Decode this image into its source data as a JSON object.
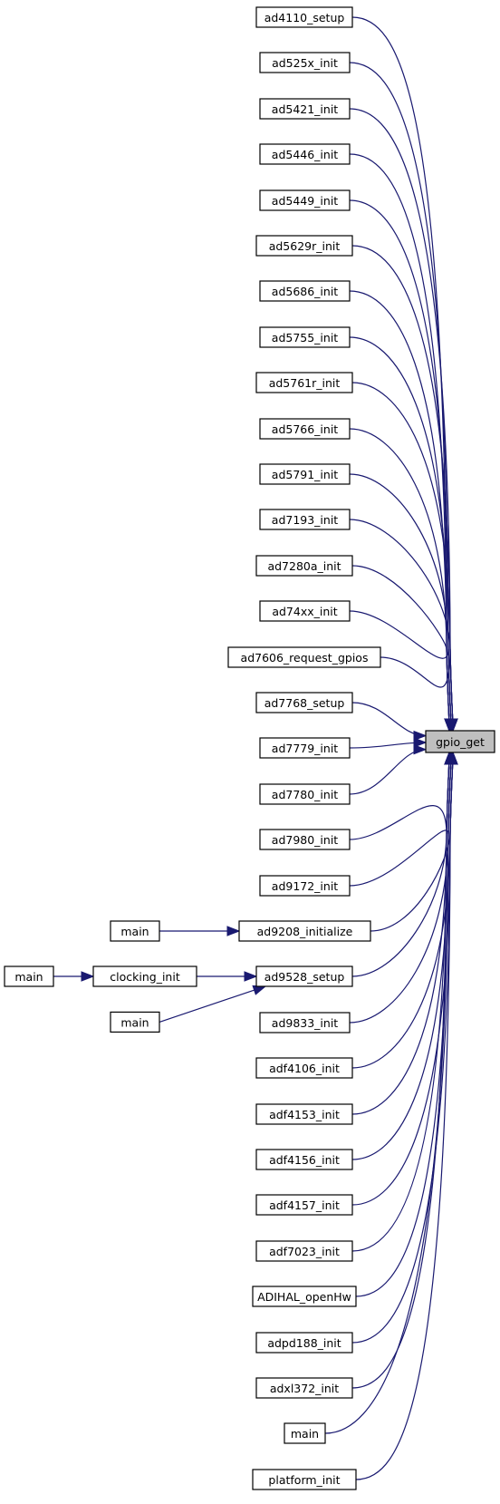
{
  "diagram": {
    "title": "",
    "target": "gpio_get",
    "callers": [
      "ad4110_setup",
      "ad525x_init",
      "ad5421_init",
      "ad5446_init",
      "ad5449_init",
      "ad5629r_init",
      "ad5686_init",
      "ad5755_init",
      "ad5761r_init",
      "ad5766_init",
      "ad5791_init",
      "ad7193_init",
      "ad7280a_init",
      "ad74xx_init",
      "ad7606_request_gpios",
      "ad7768_setup",
      "ad7779_init",
      "ad7780_init",
      "ad7980_init",
      "ad9172_init",
      "ad9208_initialize",
      "ad9528_setup",
      "ad9833_init",
      "adf4106_init",
      "adf4153_init",
      "adf4156_init",
      "adf4157_init",
      "adf7023_init",
      "ADIHAL_openHw",
      "adpd188_init",
      "adxl372_init",
      "main",
      "platform_init"
    ],
    "secondary_nodes": [
      "main",
      "main",
      "clocking_init",
      "main"
    ],
    "secondary_edges": [
      {
        "from": "main",
        "to": "ad9208_initialize"
      },
      {
        "from": "main",
        "to": "clocking_init"
      },
      {
        "from": "clocking_init",
        "to": "ad9528_setup"
      },
      {
        "from": "main",
        "to": "ad9528_setup"
      }
    ],
    "colors": {
      "edge": "#191970",
      "node_border": "#000000",
      "node_fill": "#ffffff",
      "target_fill": "#bfbfbf"
    }
  }
}
